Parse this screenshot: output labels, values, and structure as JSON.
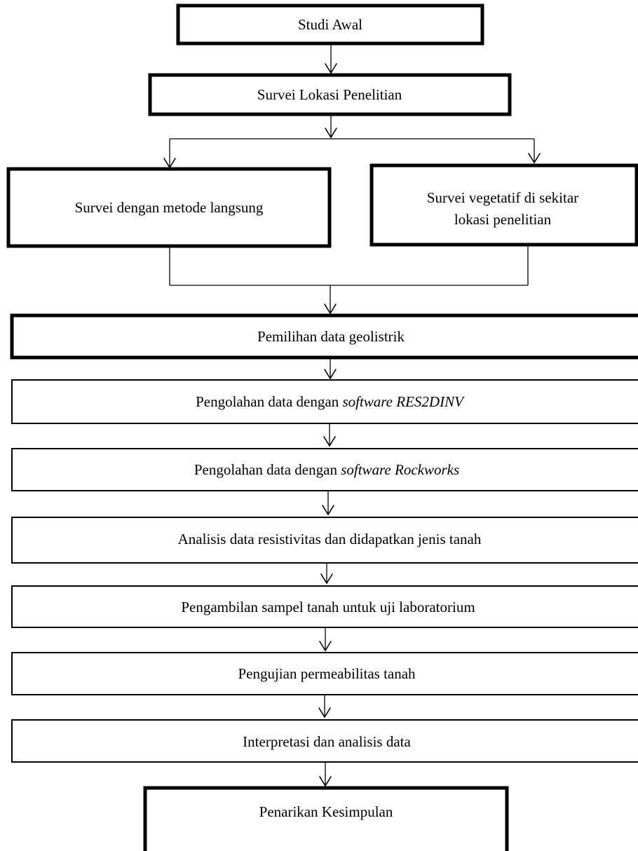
{
  "steps": {
    "studi_awal": "Studi Awal",
    "survei_lokasi": "Survei Lokasi Penelitian",
    "survei_langsung": "Survei dengan metode langsung",
    "survei_vegetatif": {
      "line1": "Survei vegetatif di sekitar",
      "line2": "lokasi penelitian"
    },
    "pemilihan": "Pemilihan data geolistrik",
    "pengolahan_res2dinv": {
      "prefix": "Pengolahan data dengan ",
      "italic": "software RES2DINV"
    },
    "pengolahan_rockworks": {
      "prefix": "Pengolahan data dengan ",
      "italic": "software Rockworks"
    },
    "analisis_resistivitas": "Analisis data resistivitas dan didapatkan jenis tanah",
    "pengambilan_sampel": "Pengambilan sampel tanah untuk uji laboratorium",
    "pengujian_permeabilitas": "Pengujian permeabilitas tanah",
    "interpretasi": "Interpretasi dan analisis data",
    "penarikan_kesimpulan": "Penarikan Kesimpulan"
  },
  "colors": {
    "stroke": "#000000",
    "background": "#ffffff"
  }
}
